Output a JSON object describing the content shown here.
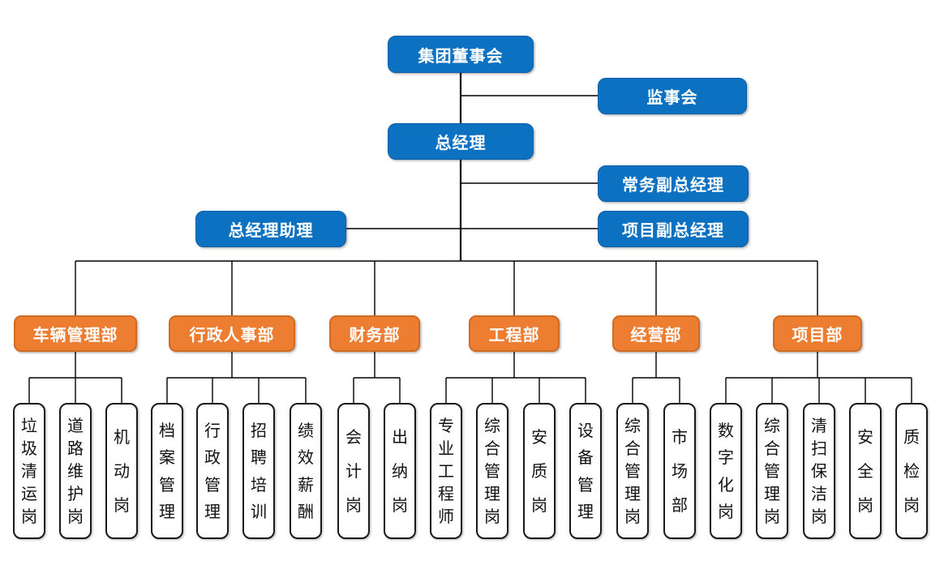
{
  "colors": {
    "executive_fill": "#0d71c2",
    "executive_border": "#0a5ea8",
    "department_fill": "#ed7d31",
    "department_border": "#d06a24",
    "position_border": "#1a1a1a",
    "connector_line": "#000000",
    "background": "#ffffff"
  },
  "org": {
    "executives": [
      {
        "label": "集团董事会"
      },
      {
        "label": "监事会"
      },
      {
        "label": "总经理"
      },
      {
        "label": "常务副总经理"
      },
      {
        "label": "总经理助理"
      },
      {
        "label": "项目副总经理"
      }
    ],
    "departments": [
      {
        "label": "车辆管理部",
        "positions": [
          "垃圾清运岗",
          "道路维护岗",
          "机动岗"
        ]
      },
      {
        "label": "行政人事部",
        "positions": [
          "档案管理",
          "行政管理",
          "招聘培训",
          "绩效薪酬"
        ]
      },
      {
        "label": "财务部",
        "positions": [
          "会计岗",
          "出纳岗"
        ]
      },
      {
        "label": "工程部",
        "positions": [
          "专业工程师",
          "综合管理岗",
          "安质岗",
          "设备管理"
        ]
      },
      {
        "label": "经营部",
        "positions": [
          "综合管理岗",
          "市场部"
        ]
      },
      {
        "label": "项目部",
        "positions": [
          "数字化岗",
          "综合管理岗",
          "清扫保洁岗",
          "安全岗",
          "质检岗"
        ]
      }
    ]
  }
}
